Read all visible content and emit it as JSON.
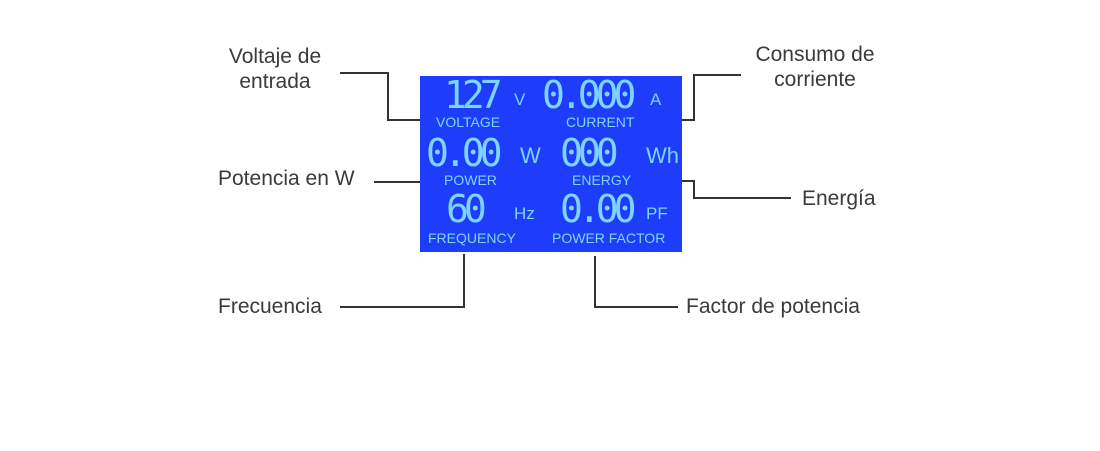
{
  "labels": {
    "voltage": [
      "Voltaje de",
      "entrada"
    ],
    "current": [
      "Consumo de",
      "corriente"
    ],
    "power": "Potencia en W",
    "energy": "Energía",
    "frequency": "Frecuencia",
    "power_factor": "Factor de potencia"
  },
  "lcd": {
    "voltage": {
      "value": "127",
      "unit": "V",
      "caption": "VOLTAGE"
    },
    "current": {
      "value": "0.000",
      "unit": "A",
      "caption": "CURRENT"
    },
    "power": {
      "value": "0.00",
      "unit": "W",
      "caption": "POWER"
    },
    "energy": {
      "value": "000",
      "unit": "Wh",
      "caption": "ENERGY"
    },
    "frequency": {
      "value": "60",
      "unit": "Hz",
      "caption": "FREQUENCY"
    },
    "power_factor": {
      "value": "0.00",
      "unit": "PF",
      "caption": "POWER FACTOR"
    }
  }
}
